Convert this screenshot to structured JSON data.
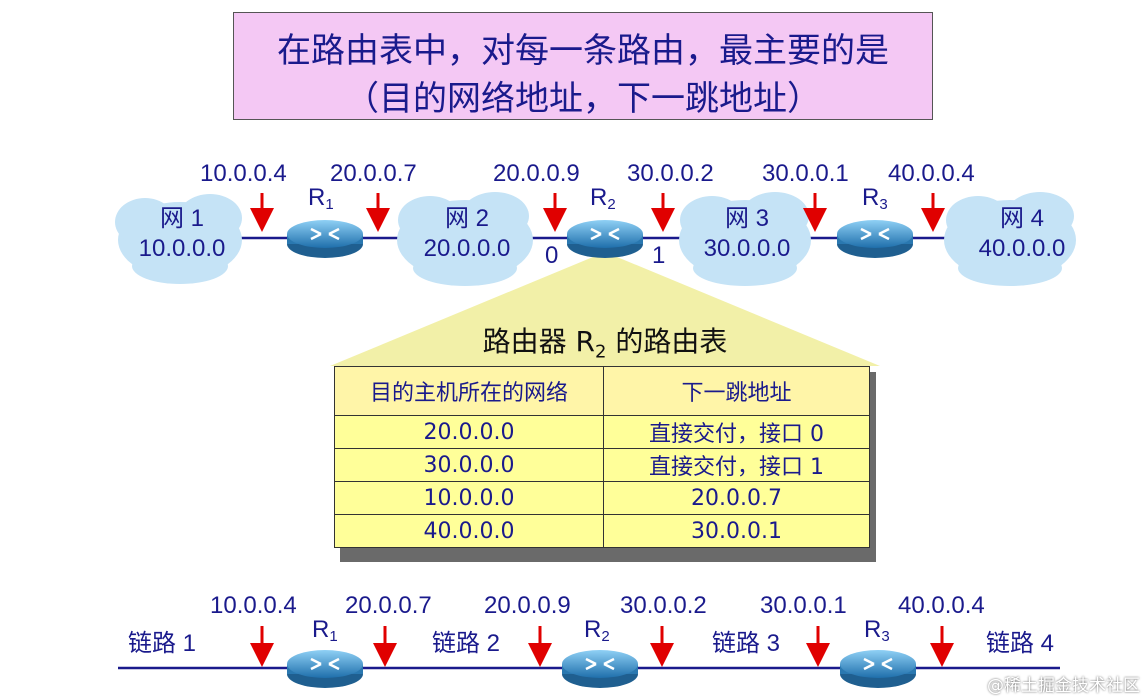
{
  "title": {
    "line1": "在路由表中，对每一条路由，最主要的是",
    "line2": "（目的网络地址，下一跳地址）"
  },
  "top_topology": {
    "networks": [
      {
        "name": "网 1",
        "address": "10.0.0.0"
      },
      {
        "name": "网 2",
        "address": "20.0.0.0"
      },
      {
        "name": "网 3",
        "address": "30.0.0.0"
      },
      {
        "name": "网 4",
        "address": "40.0.0.0"
      }
    ],
    "routers": [
      {
        "name": "R",
        "sub": "1",
        "left_ip": "10.0.0.4",
        "right_ip": "20.0.0.7"
      },
      {
        "name": "R",
        "sub": "2",
        "left_ip": "20.0.0.9",
        "right_ip": "30.0.0.2",
        "left_port": "0",
        "right_port": "1"
      },
      {
        "name": "R",
        "sub": "3",
        "left_ip": "30.0.0.1",
        "right_ip": "40.0.0.4"
      }
    ]
  },
  "routing_table": {
    "title_prefix": "路由器 R",
    "title_sub": "2",
    "title_suffix": " 的路由表",
    "headers": [
      "目的主机所在的网络",
      "下一跳地址"
    ],
    "rows": [
      [
        "20.0.0.0",
        "直接交付，接口 0"
      ],
      [
        "30.0.0.0",
        "直接交付，接口 1"
      ],
      [
        "10.0.0.0",
        "20.0.0.7"
      ],
      [
        "40.0.0.0",
        "30.0.0.1"
      ]
    ]
  },
  "bottom_topology": {
    "links": [
      "链路 1",
      "链路 2",
      "链路 3",
      "链路 4"
    ],
    "routers": [
      {
        "name": "R",
        "sub": "1",
        "left_ip": "10.0.0.4",
        "right_ip": "20.0.0.7"
      },
      {
        "name": "R",
        "sub": "2",
        "left_ip": "20.0.0.9",
        "right_ip": "30.0.0.2"
      },
      {
        "name": "R",
        "sub": "3",
        "left_ip": "30.0.0.1",
        "right_ip": "40.0.0.4"
      }
    ]
  },
  "watermark": "@稀土掘金技术社区",
  "colors": {
    "title_bg": "#f4c8f4",
    "text": "#1a1a8c",
    "cloud": "#c5e3f6",
    "router": "#3b8fc7",
    "arrow": "#e00000",
    "table_bg": "#ffff99",
    "callout": "#f2f0a8"
  }
}
